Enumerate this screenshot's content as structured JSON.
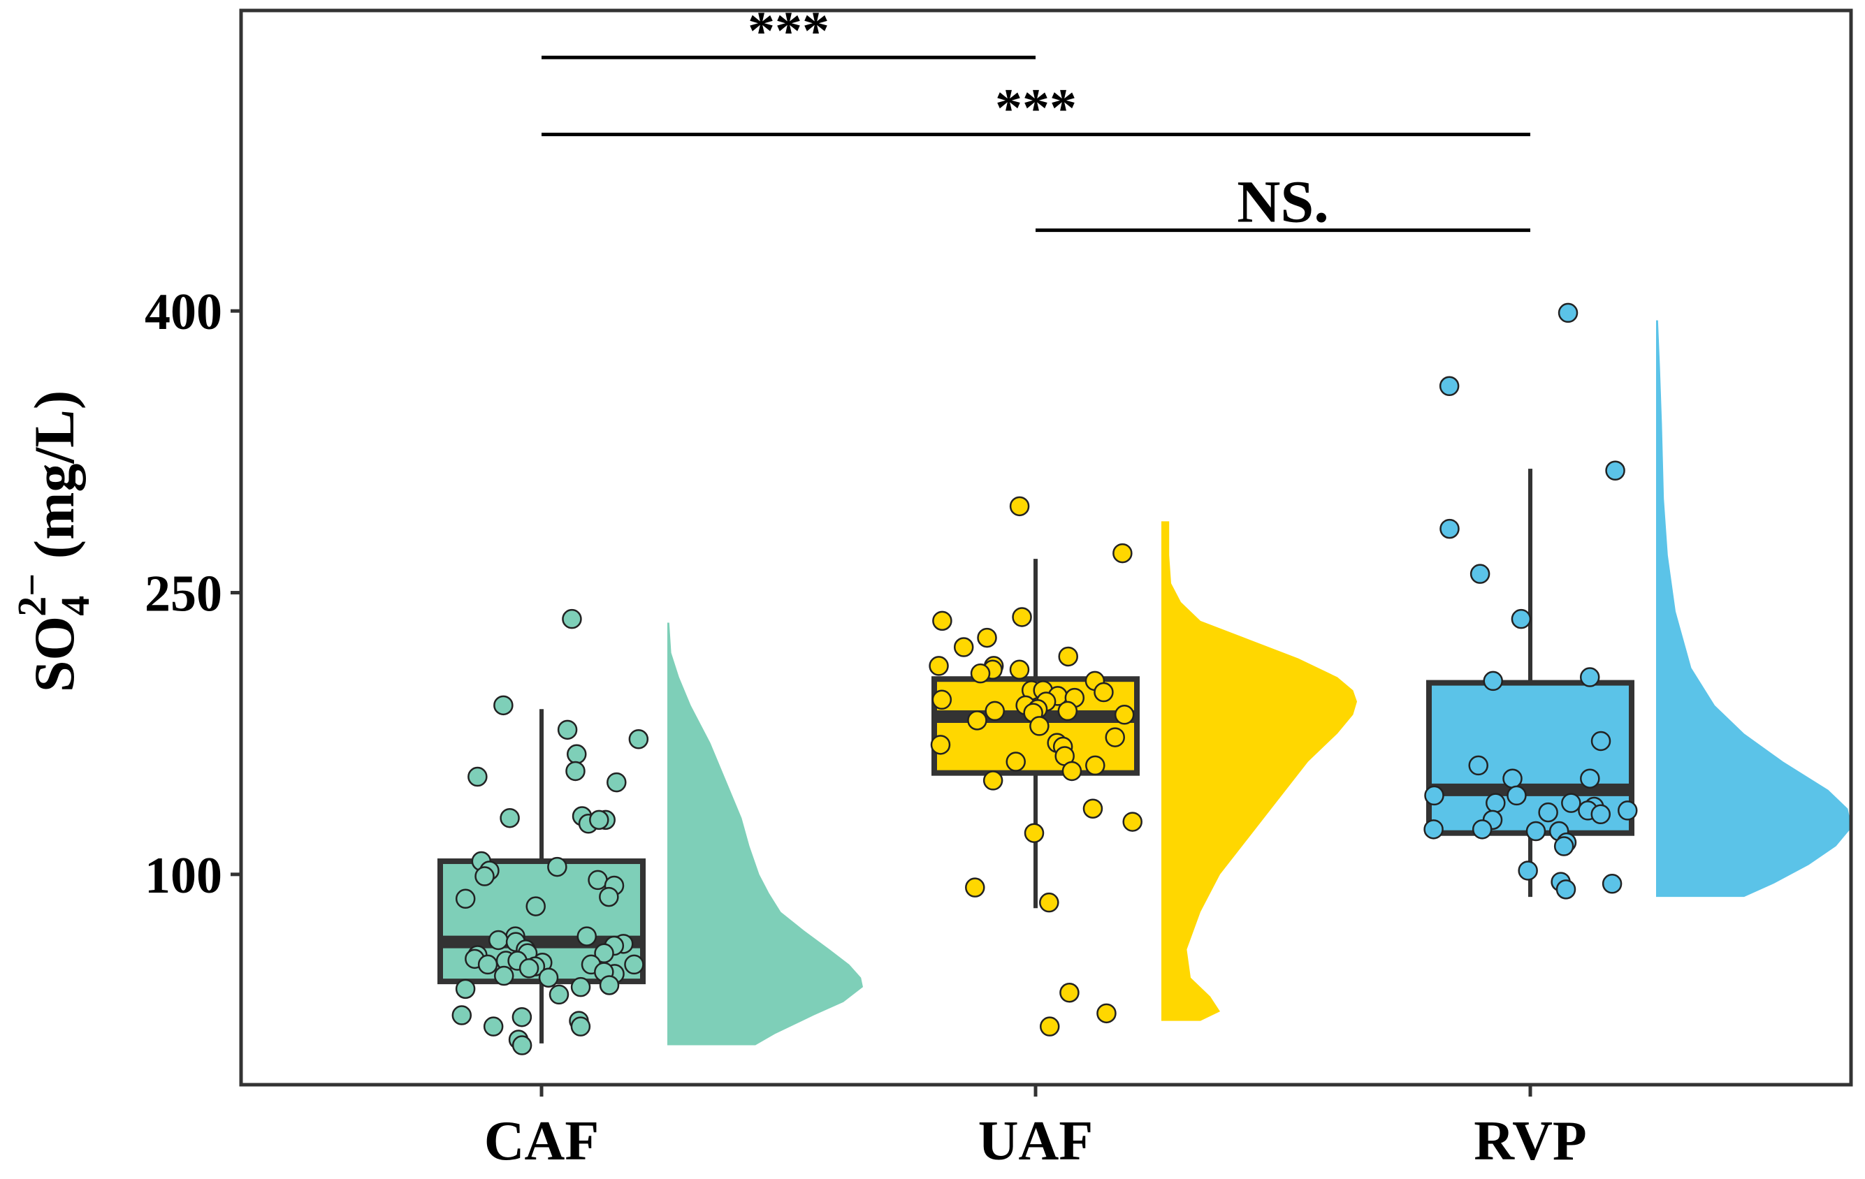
{
  "chart_data": {
    "type": "raincloud",
    "title": "",
    "ylabel": {
      "main": "SO",
      "subscript": "4",
      "superscript": "2−",
      "unit": " (mg/L)"
    },
    "xlabel": "",
    "ylim": [
      -12,
      560
    ],
    "yticks": [
      100,
      250,
      400
    ],
    "ytick_labels": [
      "100",
      "250",
      "400"
    ],
    "grid": false,
    "legend": "none",
    "categories": [
      "CAF",
      "UAF",
      "RVP"
    ],
    "colors": {
      "CAF": "#7ecfb8",
      "UAF": "#ffd700",
      "RVP": "#5bc3e8"
    },
    "boxes": [
      {
        "name": "CAF",
        "min": 10,
        "q1": 43,
        "median": 64,
        "q3": 107,
        "max": 188
      },
      {
        "name": "UAF",
        "min": 82,
        "q1": 154,
        "median": 184,
        "q3": 204,
        "max": 268
      },
      {
        "name": "RVP",
        "min": 88,
        "q1": 122,
        "median": 145,
        "q3": 202,
        "max": 316
      }
    ],
    "points": {
      "CAF": [
        236,
        190,
        177,
        172,
        164,
        155,
        152,
        149,
        131,
        129,
        127,
        130,
        129,
        107,
        104,
        102,
        99,
        97,
        94,
        88,
        87,
        83,
        67,
        67,
        65,
        64,
        63,
        62,
        60,
        58,
        58,
        57,
        55,
        54,
        54,
        53,
        52,
        51,
        52,
        52,
        50,
        47,
        48,
        46,
        45,
        41,
        40,
        39,
        36,
        25,
        22,
        24,
        19,
        19,
        12,
        9
      ],
      "UAF": [
        296,
        271,
        237,
        235,
        226,
        221,
        216,
        211,
        211,
        209,
        209,
        207,
        203,
        198,
        198,
        197,
        195,
        194,
        193,
        192,
        190,
        188,
        187,
        187,
        186,
        185,
        182,
        179,
        173,
        170,
        169,
        168,
        163,
        160,
        158,
        155,
        150,
        135,
        128,
        122,
        93,
        85,
        37,
        26,
        19
      ],
      "RVP": [
        399,
        360,
        315,
        284,
        260,
        236,
        205,
        203,
        171,
        158,
        151,
        151,
        142,
        142,
        138,
        138,
        136,
        134,
        134,
        133,
        132,
        129,
        124,
        124,
        123,
        123,
        117,
        115,
        102,
        96,
        95,
        92
      ]
    },
    "densities": [
      {
        "name": "CAF",
        "y_min": 9,
        "y_max": 234,
        "profile": [
          [
            9,
            0.45
          ],
          [
            15,
            0.55
          ],
          [
            25,
            0.75
          ],
          [
            32,
            0.9
          ],
          [
            40,
            1.0
          ],
          [
            45,
            0.99
          ],
          [
            52,
            0.93
          ],
          [
            60,
            0.83
          ],
          [
            70,
            0.7
          ],
          [
            80,
            0.58
          ],
          [
            90,
            0.52
          ],
          [
            100,
            0.47
          ],
          [
            115,
            0.42
          ],
          [
            130,
            0.38
          ],
          [
            150,
            0.3
          ],
          [
            170,
            0.22
          ],
          [
            190,
            0.12
          ],
          [
            205,
            0.06
          ],
          [
            218,
            0.02
          ],
          [
            234,
            0.01
          ]
        ]
      },
      {
        "name": "UAF",
        "y_min": 22,
        "y_max": 288,
        "profile": [
          [
            22,
            0.2
          ],
          [
            27,
            0.3
          ],
          [
            35,
            0.25
          ],
          [
            45,
            0.15
          ],
          [
            60,
            0.13
          ],
          [
            80,
            0.2
          ],
          [
            100,
            0.3
          ],
          [
            120,
            0.45
          ],
          [
            140,
            0.6
          ],
          [
            160,
            0.75
          ],
          [
            175,
            0.9
          ],
          [
            185,
            0.98
          ],
          [
            192,
            1.0
          ],
          [
            198,
            0.98
          ],
          [
            205,
            0.9
          ],
          [
            215,
            0.7
          ],
          [
            225,
            0.45
          ],
          [
            235,
            0.2
          ],
          [
            245,
            0.1
          ],
          [
            255,
            0.05
          ],
          [
            270,
            0.04
          ],
          [
            288,
            0.04
          ]
        ]
      },
      {
        "name": "RVP",
        "y_min": 88,
        "y_max": 395,
        "profile": [
          [
            88,
            0.45
          ],
          [
            95,
            0.6
          ],
          [
            105,
            0.78
          ],
          [
            115,
            0.92
          ],
          [
            125,
            1.0
          ],
          [
            135,
            0.98
          ],
          [
            145,
            0.88
          ],
          [
            160,
            0.65
          ],
          [
            175,
            0.45
          ],
          [
            190,
            0.3
          ],
          [
            210,
            0.18
          ],
          [
            240,
            0.1
          ],
          [
            270,
            0.06
          ],
          [
            300,
            0.04
          ],
          [
            340,
            0.03
          ],
          [
            370,
            0.02
          ],
          [
            395,
            0.01
          ]
        ]
      }
    ],
    "significance": [
      {
        "from": "CAF",
        "to": "UAF",
        "label": "***",
        "y": 535
      },
      {
        "from": "CAF",
        "to": "RVP",
        "label": "***",
        "y": 494
      },
      {
        "from": "UAF",
        "to": "RVP",
        "label": "NS.",
        "y": 443
      }
    ]
  }
}
